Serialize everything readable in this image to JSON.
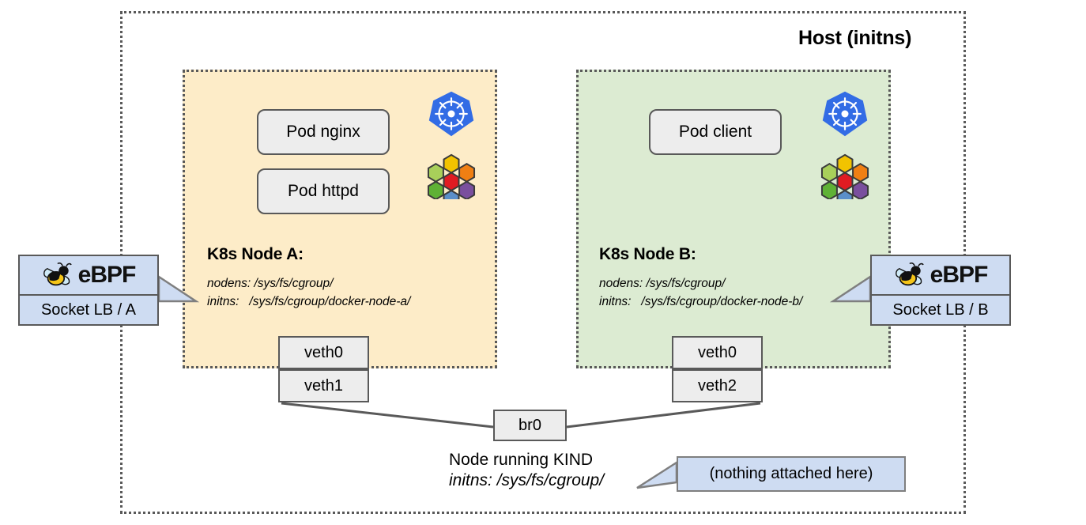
{
  "diagram": {
    "title": "Host (initns)",
    "host": {
      "label": "Host (initns)"
    },
    "nodes": [
      {
        "id": "node-a",
        "title": "K8s Node A:",
        "fill": "#FDECC8",
        "pods": [
          {
            "label": "Pod nginx"
          },
          {
            "label": "Pod httpd"
          }
        ],
        "namespaces": [
          "nodens: /sys/fs/cgroup/",
          "initns:   /sys/fs/cgroup/docker-node-a/"
        ],
        "veths": [
          {
            "label": "veth0"
          },
          {
            "label": "veth1"
          }
        ],
        "icons": [
          "kubernetes-logo",
          "cilium-logo"
        ]
      },
      {
        "id": "node-b",
        "title": "K8s Node B:",
        "fill": "#DCEBD2",
        "pods": [
          {
            "label": "Pod client"
          }
        ],
        "namespaces": [
          "nodens: /sys/fs/cgroup/",
          "initns:   /sys/fs/cgroup/docker-node-b/"
        ],
        "veths": [
          {
            "label": "veth0"
          },
          {
            "label": "veth2"
          }
        ],
        "icons": [
          "kubernetes-logo",
          "cilium-logo"
        ]
      }
    ],
    "bridge": {
      "label": "br0"
    },
    "badges": [
      {
        "id": "ebpf-a",
        "logo_text": "eBPF",
        "caption": "Socket LB / A",
        "fill": "#CEDCF2"
      },
      {
        "id": "ebpf-b",
        "logo_text": "eBPF",
        "caption": "Socket LB / B",
        "fill": "#CEDCF2"
      }
    ],
    "callout": {
      "text": "(nothing attached here)",
      "fill": "#CEDCF2"
    },
    "kind_caption": {
      "line1": "Node running KIND",
      "line2": "initns: /sys/fs/cgroup/"
    },
    "colors": {
      "border_gray": "#595959",
      "box_fill": "#EDEDED",
      "k8s_blue": "#326CE5",
      "cilium_red": "#E01B22",
      "cilium_yellow": "#F2C300",
      "cilium_orange": "#F07F13",
      "cilium_purple": "#7A4F9E",
      "cilium_blue": "#5B8FC9",
      "cilium_green": "#5FB135",
      "cilium_lightgreen": "#A8CF5A"
    }
  }
}
